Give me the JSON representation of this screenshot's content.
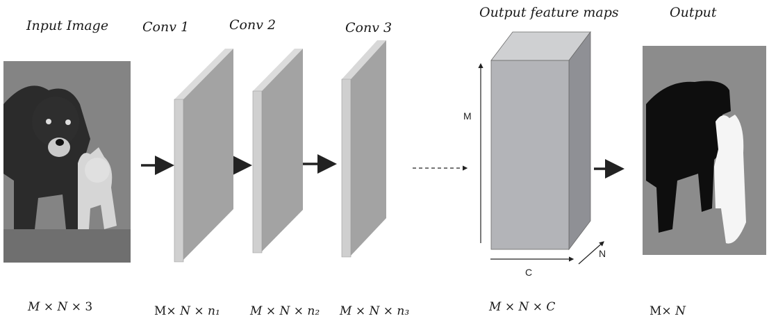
{
  "titles": {
    "input": "Input Image",
    "conv1": "Conv 1",
    "conv2": "Conv 2",
    "conv3": "Conv 3",
    "feature_maps": "Output feature maps",
    "output": "Output"
  },
  "axes": {
    "m": "M",
    "c": "C",
    "n": "N"
  },
  "dimensions": {
    "input": [
      "M",
      "×",
      "N",
      "×",
      "3"
    ],
    "conv1": [
      "M×",
      "N",
      "×",
      "n₁"
    ],
    "conv2": [
      "M",
      "×",
      "N",
      "×",
      "n₂"
    ],
    "conv3": [
      "M",
      "×",
      "N",
      "×",
      "n₃"
    ],
    "feature_maps": [
      "M",
      "×",
      "N",
      "×",
      "C"
    ],
    "output": [
      "M×",
      "N"
    ]
  },
  "colors": {
    "layer_front": "#a3a3a3",
    "layer_edge": "#d4d4d4",
    "box_front": "#b3b4b8",
    "box_top": "#cfd0d2",
    "box_side": "#8f9095",
    "arrow": "#222222"
  }
}
